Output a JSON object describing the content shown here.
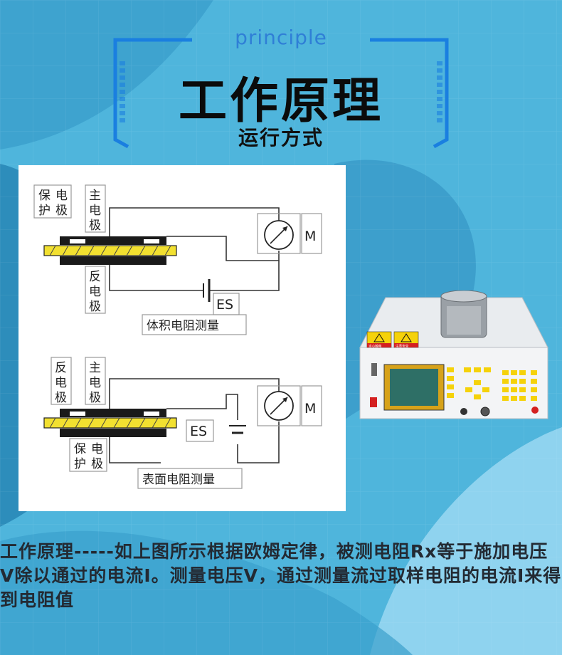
{
  "header": {
    "eyebrow": "principle",
    "title": "工作原理",
    "subtitle": "运行方式"
  },
  "diagram_top": {
    "guard_electrode": [
      "保",
      "电",
      "护",
      "极"
    ],
    "main_electrode": [
      "主",
      "电",
      "极"
    ],
    "counter_electrode": [
      "反",
      "电",
      "极"
    ],
    "meter_label": "M",
    "source_label": "ES",
    "caption": "体积电阻测量"
  },
  "diagram_bottom": {
    "counter_electrode": [
      "反",
      "电",
      "极"
    ],
    "main_electrode": [
      "主",
      "电",
      "极"
    ],
    "guard_electrode": [
      "保",
      "电",
      "护",
      "极"
    ],
    "meter_label": "M",
    "source_label": "ES",
    "caption": "表面电阻测量"
  },
  "device": {
    "warn_label_1": "当心触电",
    "warn_label_2": "注意安全"
  },
  "description": "工作原理-----如上图所示根据欧姆定律，被测电阻Rx等于施加电压V除以通过的电流I。测量电压V，通过测量流过取样电阻的电流I来得到电阻值",
  "colors": {
    "bg_light": "#52b8de",
    "bg_dark": "#2a86b4",
    "frame_blue": "#1a7fe0",
    "eyebrow_blue": "#2f7fd6",
    "sample_yellow": "#f2e030",
    "warning_yellow": "#f5d20a",
    "device_red": "#d42020"
  }
}
